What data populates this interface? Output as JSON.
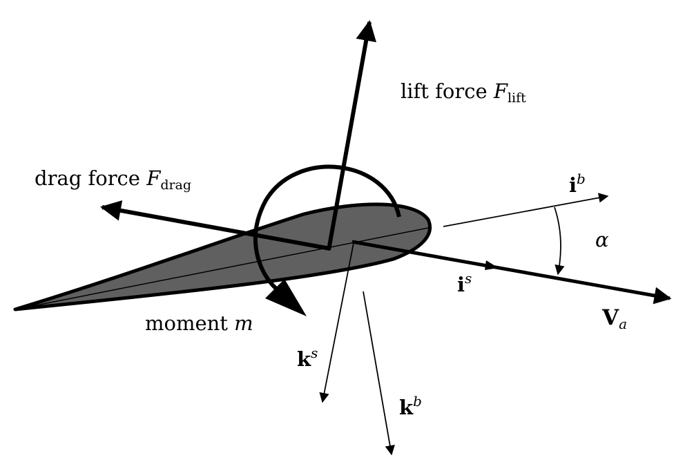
{
  "labels": {
    "lift_prefix": "lift force ",
    "lift_symbol": "F",
    "lift_sub": "lift",
    "drag_prefix": "drag force ",
    "drag_symbol": "F",
    "drag_sub": "drag",
    "moment_prefix": "moment ",
    "moment_symbol": "m",
    "alpha": "α",
    "ib_base": "i",
    "ib_sup": "b",
    "is_base": "i",
    "is_sup": "s",
    "ks_base": "k",
    "ks_sup": "s",
    "kb_base": "k",
    "kb_sup": "b",
    "va_base": "V",
    "va_sub": "a"
  },
  "colors": {
    "airfoil_fill": "#606060",
    "stroke": "#000000"
  }
}
